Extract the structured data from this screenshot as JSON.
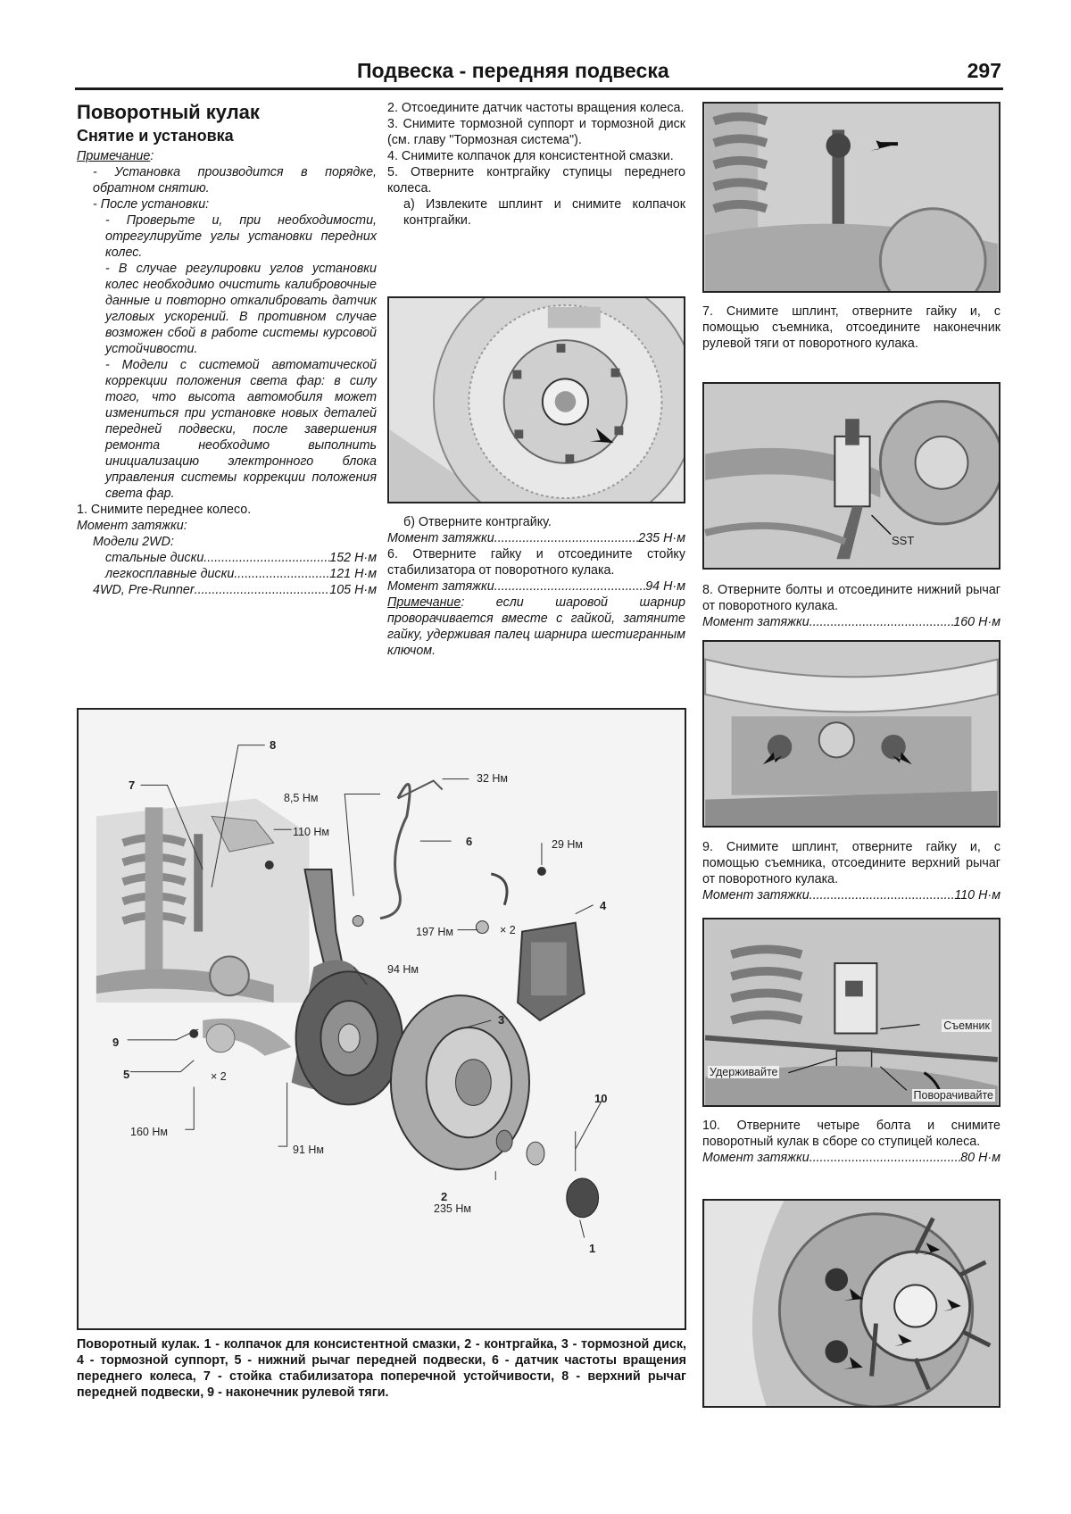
{
  "header": {
    "title": "Подвеска - передняя подвеска",
    "page": "297"
  },
  "left": {
    "title": "Поворотный кулак",
    "subtitle": "Снятие и установка",
    "note_label": "Примечание",
    "n1": "- Установка производится в порядке, обратном снятию.",
    "n2": "- После установки:",
    "n3": "- Проверьте и, при необходимости, отрегулируйте углы установки передних колес.",
    "n4": "- В случае регулировки углов установки колес необходимо очистить калибровочные данные и повторно откалибровать датчик угловых ускорений. В противном случае возможен сбой в работе системы курсовой устойчивости.",
    "n5": "- Модели с системой автоматической коррекции положения света фар: в силу того, что высота автомобиля может измениться при установке новых деталей передней подвески, после завершения ремонта необходимо выполнить инициализацию электронного блока управления системы коррекции положения света фар.",
    "step1": "1. Снимите переднее колесо.",
    "torque_label": "Момент затяжки:",
    "models": "Модели 2WD:",
    "steel_label": "стальные диски",
    "steel_val": "152 Н·м",
    "alloy_label": "легкосплавные диски",
    "alloy_val": "121 Н·м",
    "fourwd_label": "4WD, Pre-Runner",
    "fourwd_val": "105 Н·м"
  },
  "mid": {
    "s2": "2. Отсоедините датчик частоты вращения колеса.",
    "s3": "3. Снимите тормозной суппорт и тормозной диск (см. главу \"Тормозная система\").",
    "s4": "4. Снимите колпачок для консистентной смазки.",
    "s5": "5. Отверните контргайку ступицы переднего колеса.",
    "s5a": "а) Извлеките шплинт и снимите колпачок контргайки.",
    "s5b": "б) Отверните контргайку.",
    "t5_label": "Момент затяжки",
    "t5_val": "235 Н·м",
    "s6": "6. Отверните гайку и отсоедините стойку стабилизатора от поворотного кулака.",
    "t6_label": "Момент затяжки",
    "t6_val": "94 Н·м",
    "note_label": "Примечание",
    "note_text": ": если шаровой шарнир проворачивается вместе с гайкой, затяните гайку, удерживая палец шарнира шестигранным ключом."
  },
  "right": {
    "s7": "7. Снимите шплинт, отверните гайку и, с помощью съемника, отсоедините наконечник рулевой тяги от поворотного кулака.",
    "sst": "SST",
    "s8": "8. Отверните болты и отсоедините нижний рычаг от поворотного кулака.",
    "t8_label": "Момент затяжки",
    "t8_val": "160 Н·м",
    "s9": "9. Снимите шплинт, отверните гайку и, с помощью съемника, отсоедините верхний рычаг от поворотного кулака.",
    "t9_label": "Момент затяжки",
    "t9_val": "110 Н·м",
    "puller": "Съемник",
    "hold": "Удерживайте",
    "turn": "Поворачивайте",
    "s10": "10. Отверните четыре болта и снимите поворотный кулак в сборе со ступицей колеса.",
    "t10_label": "Момент затяжки",
    "t10_val": "80 Н·м"
  },
  "diagram": {
    "labels": {
      "n8_5": "8,5 Нм",
      "n32": "32 Нм",
      "n110": "110 Нм",
      "n29": "29 Нм",
      "n197": "197 Нм",
      "n94": "94 Нм",
      "n160": "160 Нм",
      "n91": "91 Нм",
      "n235": "235 Нм",
      "x2a": "× 2",
      "x2b": "× 2"
    },
    "numbers": {
      "p1": "1",
      "p2": "2",
      "p3": "3",
      "p4": "4",
      "p5": "5",
      "p6": "6",
      "p7": "7",
      "p8": "8",
      "p9": "9",
      "p10": "10"
    },
    "caption_bold": "Поворотный кулак.",
    "caption": " 1 - колпачок для консистентной смазки, 2 - контргайка, 3 - тормозной диск, 4 - тормозной суппорт, 5 - нижний рычаг передней подвески, 6 - датчик частоты вращения переднего колеса, 7 - стойка стабилизатора поперечной устойчивости, 8 - верхний рычаг передней подвески, 9 - наконечник рулевой тяги."
  }
}
